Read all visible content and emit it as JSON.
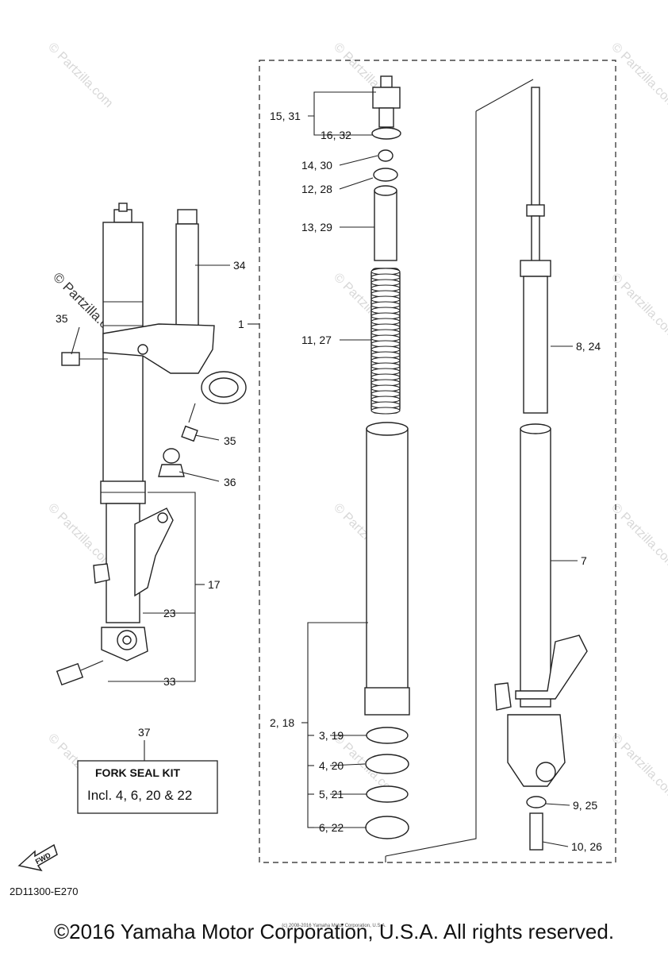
{
  "callouts": {
    "c1": "1",
    "c15_31": "15, 31",
    "c16_32": "16, 32",
    "c14_30": "14, 30",
    "c12_28": "12, 28",
    "c13_29": "13, 29",
    "c11_27": "11, 27",
    "c8_24": "8, 24",
    "c7": "7",
    "c34": "34",
    "c35a": "35",
    "c35b": "35",
    "c36": "36",
    "c17": "17",
    "c23": "23",
    "c33": "33",
    "c2_18": "2, 18",
    "c3_19": "3, 19",
    "c4_20": "4, 20",
    "c5_21": "5, 21",
    "c6_22": "6, 22",
    "c9_25": "9, 25",
    "c10_26": "10, 26",
    "c37": "37"
  },
  "kit_box": {
    "title": "FORK SEAL KIT",
    "text": "Incl. 4, 6, 20 & 22"
  },
  "fwd_label": "FWD",
  "diagram_code": "2D11300-E270",
  "copyright": "©2016 Yamaha Motor Corporation, U.S.A. All rights reserved.",
  "copyright_small": "(c) 2008-2016 Yamaha Motor Corporation, U.S.A.",
  "watermark_dark": "© Partzilla.com",
  "watermark": "© Partzilla.com"
}
